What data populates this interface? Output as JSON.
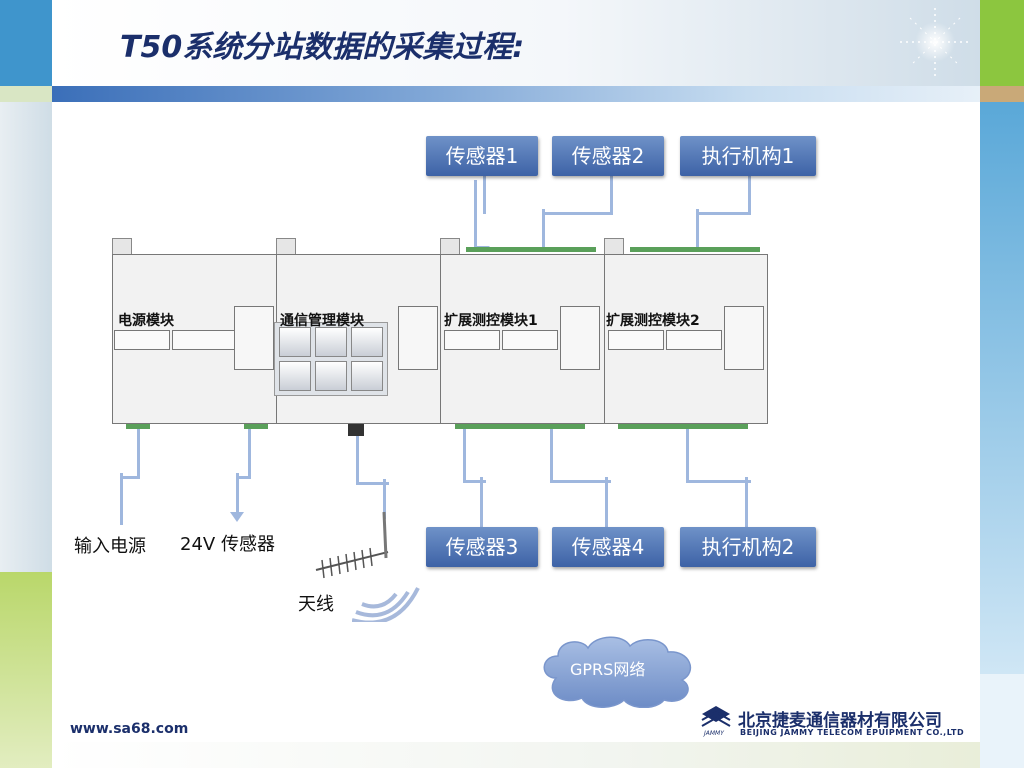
{
  "slide": {
    "title": "T50系统分站数据的采集过程:",
    "footer_url": "www.sa68.com",
    "company_cn": "北京捷麦通信器材有限公司",
    "company_en": "BEIJING JAMMY TELECOM EPUIPMENT CO.,LTD",
    "logo_small_text": "JAMMY"
  },
  "diagram": {
    "modules": [
      {
        "label": "电源模块"
      },
      {
        "label": "通信管理模块"
      },
      {
        "label": "扩展测控模块1"
      },
      {
        "label": "扩展测控模块2"
      }
    ],
    "top_boxes": [
      {
        "label": "传感器1"
      },
      {
        "label": "传感器2"
      },
      {
        "label": "执行机构1"
      }
    ],
    "bottom_boxes": [
      {
        "label": "传感器3"
      },
      {
        "label": "传感器4"
      },
      {
        "label": "执行机构2"
      }
    ],
    "bottom_labels": {
      "power_input": "输入电源",
      "sensor_24v": "24V 传感器",
      "antenna": "天线"
    },
    "cloud_label": "GPRS网络"
  },
  "colors": {
    "title": "#1b2f6b",
    "tag_box": "#4a6fb0",
    "connector": "#9fb7de",
    "cloud": "#8ea8d6"
  }
}
